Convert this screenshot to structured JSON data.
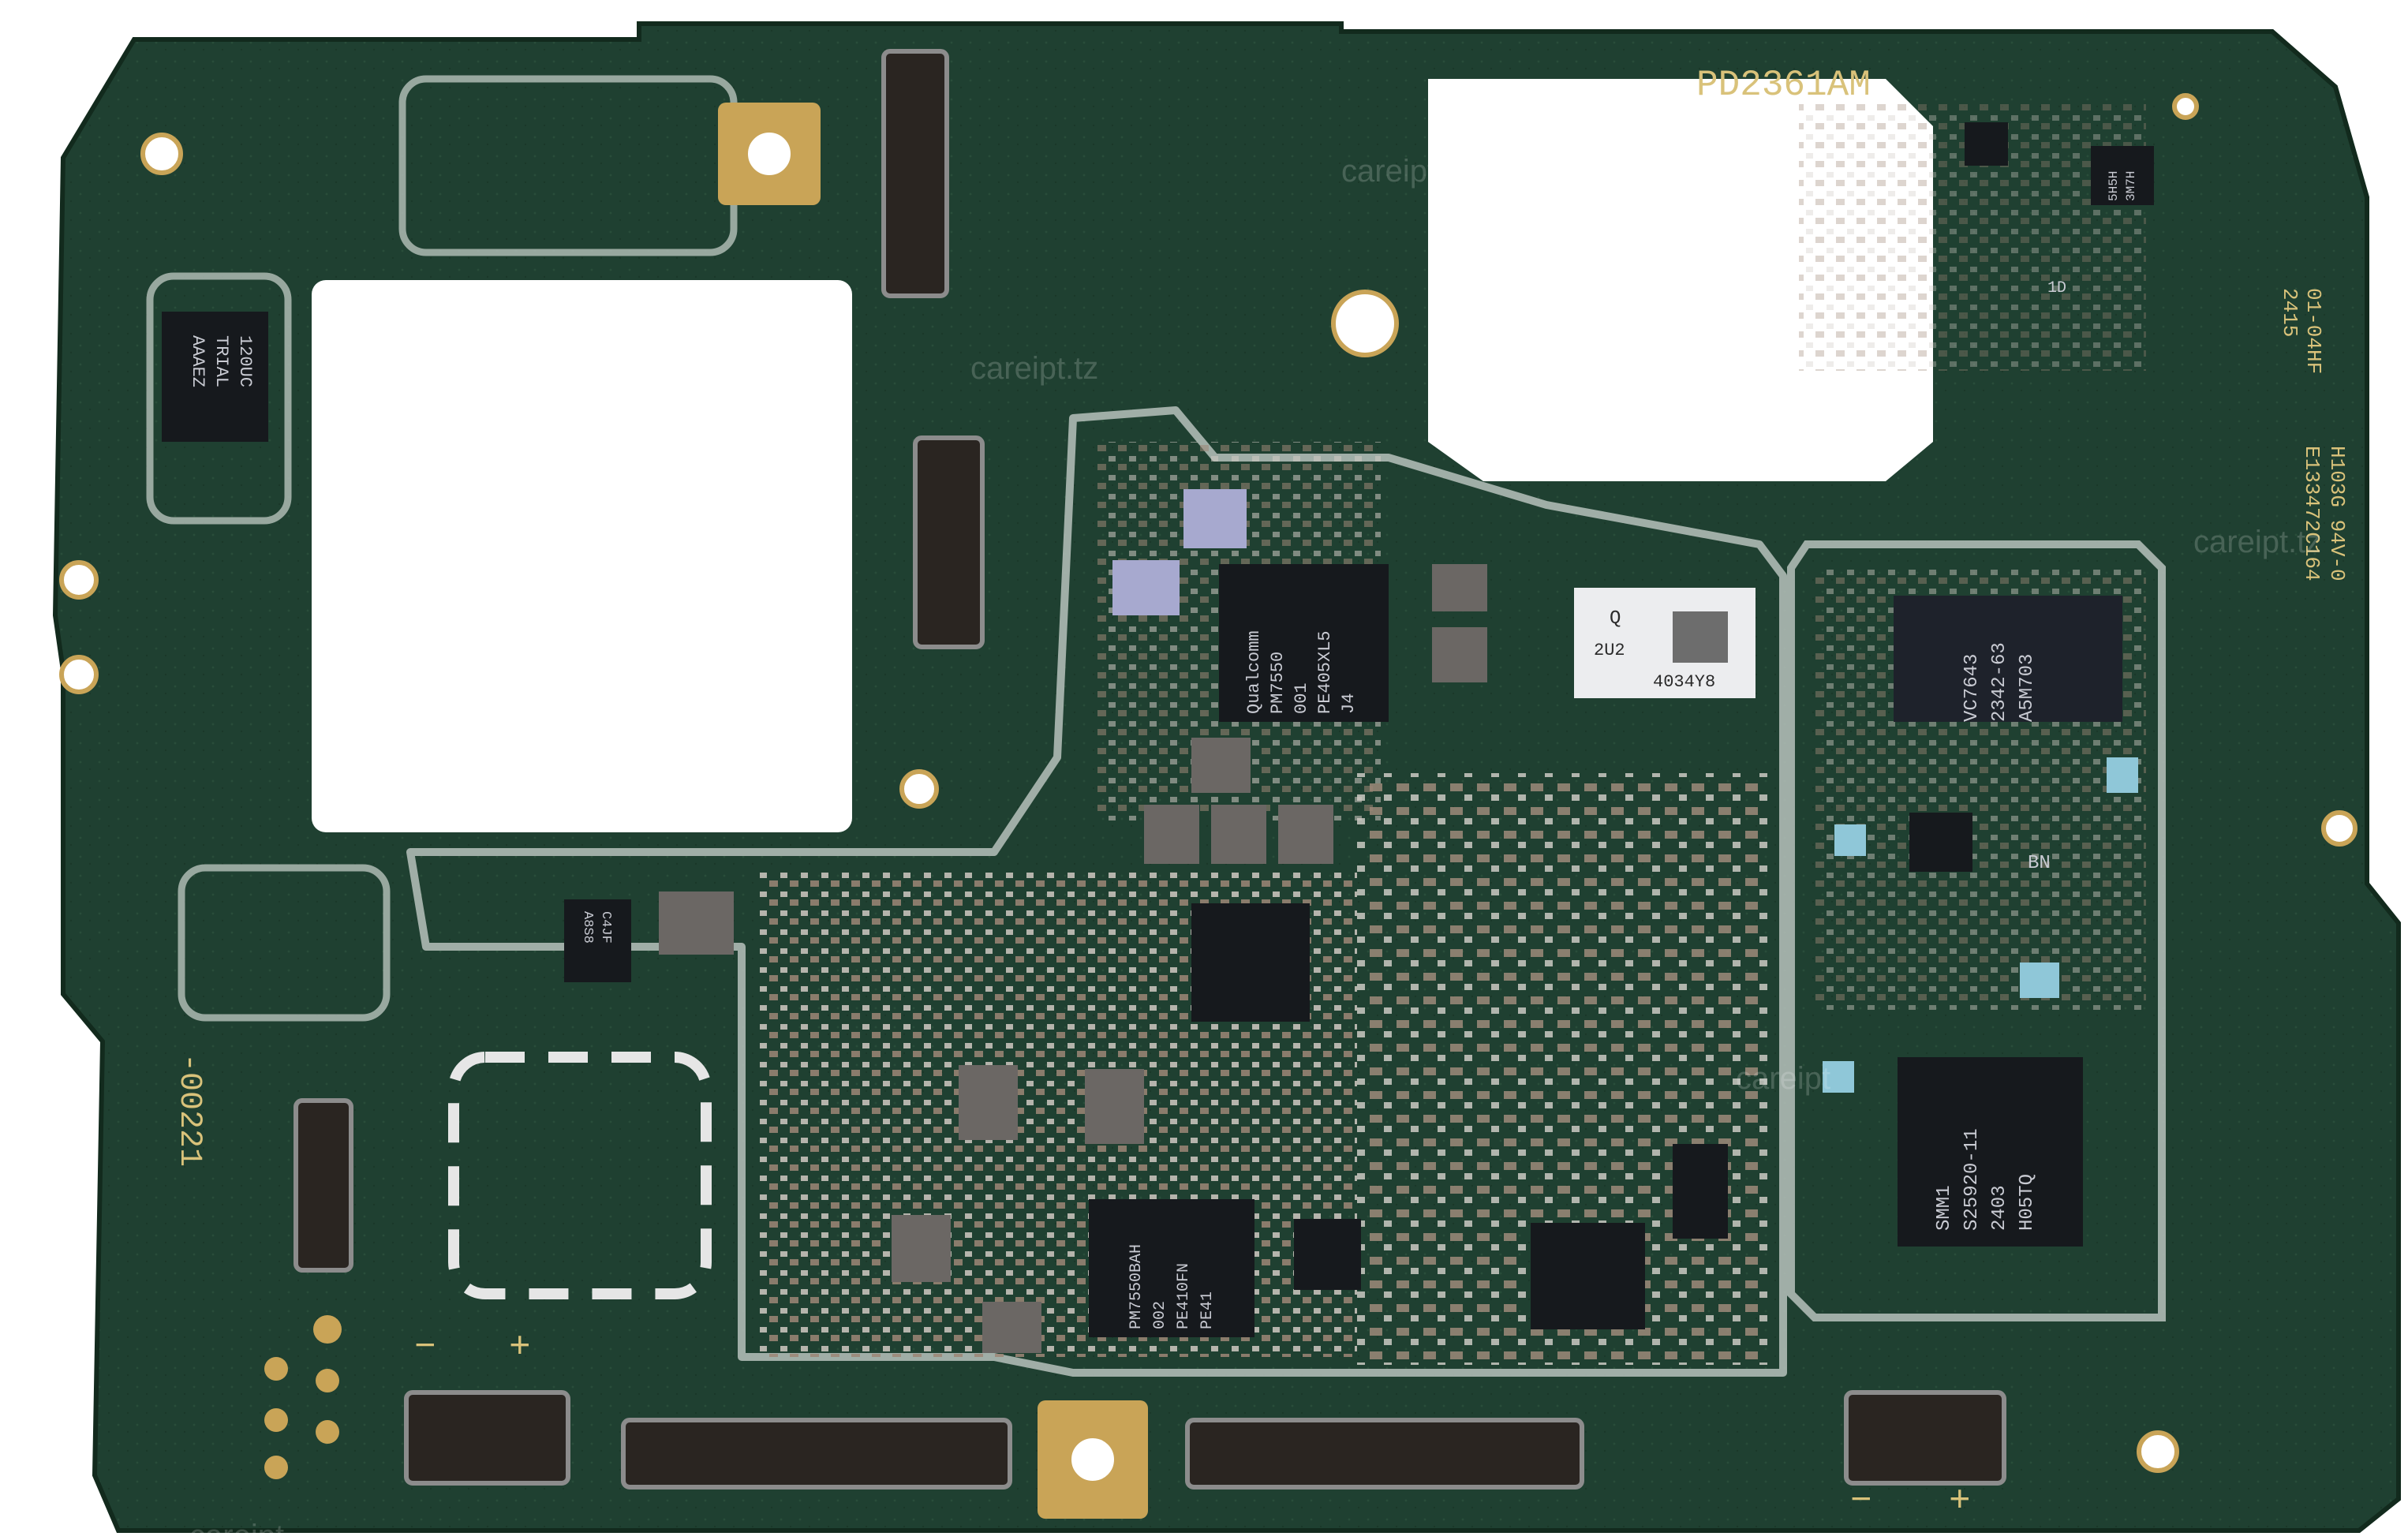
{
  "board": {
    "colors": {
      "substrate": "#1f4031",
      "substrate_dark": "#17321f",
      "shield_outline": "#b7c2bc",
      "gold": "#c9a457",
      "chip_black": "#16191d",
      "chip_grey": "#6b6764",
      "component_tan": "#a58f7f",
      "component_light": "#d6d2cc",
      "lavender": "#a7a9cf",
      "cyan": "#8fc7d8"
    },
    "silkscreen": {
      "model": "PD2361AM",
      "vertical_code_1": "01-04HF",
      "vertical_code_2": "2415",
      "right_edge_code": "H103G 94V-0",
      "right_edge_code_2": "E133472C164",
      "left_code": "-00221",
      "minus_1": "−",
      "plus_1": "+",
      "minus_2": "−",
      "plus_2": "+",
      "bn": "BN",
      "label_1d": "1D"
    },
    "chips": {
      "pmic": {
        "line1": "Qualcomm",
        "line2": "PM7550",
        "line3": "001",
        "line4": "PE405XL5",
        "line5": "J4"
      },
      "rf_shield_label": {
        "line1": "Q",
        "line2": "2U2",
        "line3": "4034Y8"
      },
      "rf_front_end": {
        "line1": "VC7643",
        "line2": "2342-63",
        "line3": "A5M703"
      },
      "transceiver": {
        "line1": "SMM1",
        "line2": "S25920-11",
        "line3": "2403",
        "line4": "H05TQ"
      },
      "left_chip": {
        "line1": "120UC",
        "line2": "TRIAL",
        "line3": "AAAEZ"
      },
      "small_left": {
        "line1": "C4JF",
        "line2": "A8S8"
      },
      "pm_lower": {
        "line1": "PM7550BAH",
        "line2": "002",
        "line3": "PE410FN",
        "line4": "PE41"
      },
      "top_right": {
        "line1": "5H5H",
        "line2": "3M7H"
      }
    },
    "watermark": {
      "brand": "careipt.tz",
      "brand_short": "careipt"
    }
  }
}
